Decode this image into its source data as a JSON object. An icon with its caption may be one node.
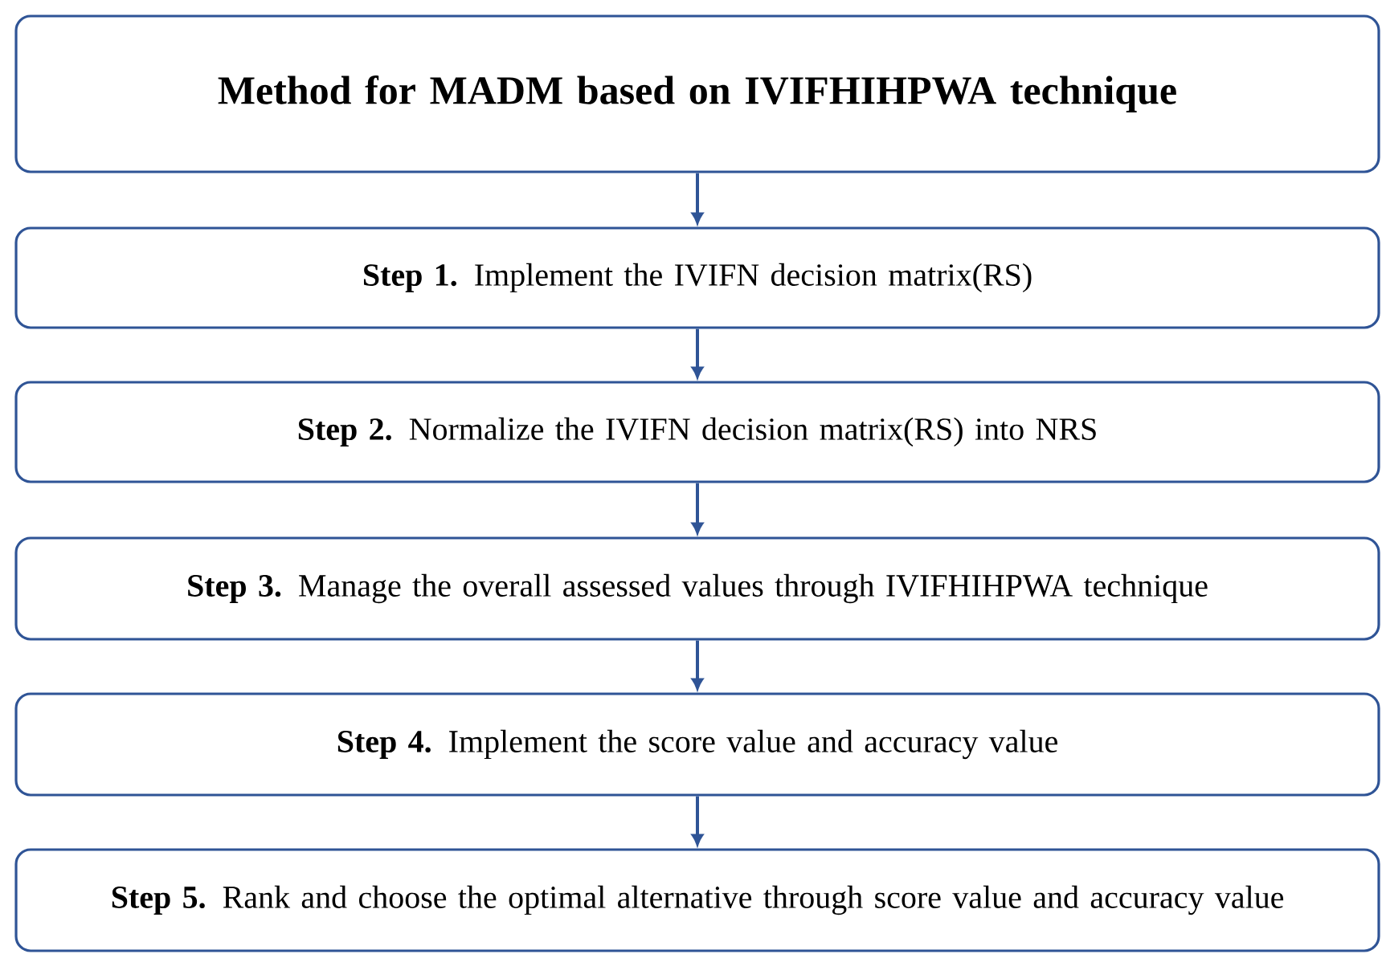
{
  "diagram": {
    "nodes": [
      {
        "text": [
          "**Method for MADM based on IVIFHIHPWA technique**"
        ]
      },
      {
        "text": [
          "**Step 1.** Implement the IVIFN decision matrix(RS)"
        ]
      },
      {
        "text": [
          "**Step 2.** Normalize the IVIFN decision matrix(RS) into NRS"
        ]
      },
      {
        "text": [
          "**Step 3.** Manage the overall assessed values through IVIFHIHPWA technique"
        ]
      },
      {
        "text": [
          "**Step 4.** Implement the score value and accuracy value"
        ]
      },
      {
        "text": [
          "**Step 5.** Rank and choose the optimal alternative through score value and accuracy value"
        ]
      }
    ],
    "edges": [
      {
        "from": 0,
        "to": 1,
        "arrow": "to"
      },
      {
        "from": 1,
        "to": 2,
        "arrow": "to"
      },
      {
        "from": 2,
        "to": 3,
        "arrow": "to"
      },
      {
        "from": 3,
        "to": 4,
        "arrow": "to"
      },
      {
        "from": 4,
        "to": 5,
        "arrow": "to"
      }
    ]
  }
}
